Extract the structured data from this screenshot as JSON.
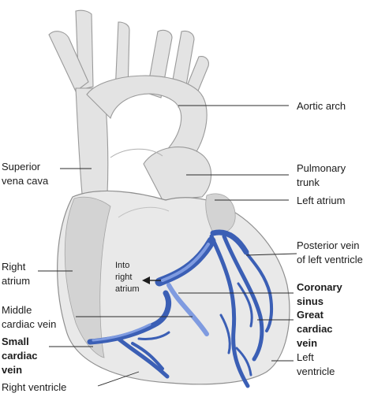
{
  "labels": {
    "aortic_arch": "Aortic arch",
    "superior_vena_cava": [
      "Superior",
      "vena cava"
    ],
    "pulmonary_trunk": [
      "Pulmonary",
      "trunk"
    ],
    "left_atrium": "Left atrium",
    "posterior_vein": [
      "Posterior vein",
      "of left ventricle"
    ],
    "right_atrium": [
      "Right",
      "atrium"
    ],
    "into_right_atrium": [
      "Into",
      "right",
      "atrium"
    ],
    "coronary_sinus": [
      "Coronary",
      "sinus"
    ],
    "middle_cardiac_vein": [
      "Middle",
      "cardiac vein"
    ],
    "great_cardiac_vein": [
      "Great",
      "cardiac",
      "vein"
    ],
    "small_cardiac_vein": [
      "Small",
      "cardiac",
      "vein"
    ],
    "left_ventricle": [
      "Left",
      "ventricle"
    ],
    "right_ventricle": "Right ventricle"
  },
  "colors": {
    "vein": "#3b5fb5",
    "vein_highlight": "#7f9be0",
    "heart_fill": "#e9e9e9",
    "outline": "#8f8f8f",
    "label_text": "#1c1c1c"
  }
}
